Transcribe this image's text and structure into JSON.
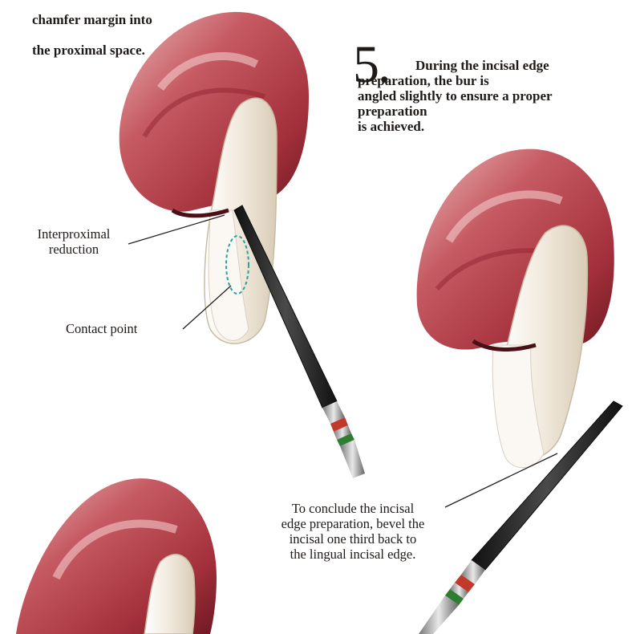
{
  "top_caption": {
    "lines": [
      "chamfer margin into",
      "the proximal space."
    ]
  },
  "step5": {
    "number": "5.",
    "text": "During the incisal edge\npreparation, the bur is\nangled slightly to ensure a proper\npreparation\nis achieved."
  },
  "labels": {
    "interproximal": "Interproximal\nreduction",
    "contact_point": "Contact point",
    "conclude": "To conclude the incisal\nedge preparation, bevel the\nincisal one third back to\nthe lingual incisal edge."
  },
  "colors": {
    "gum": "#b5434b",
    "gum_dark": "#7a1e28",
    "tooth": "#efe6d8",
    "enamel": "#f7f3ee",
    "bur_shaft": "#2a2a2a",
    "bur_band_red": "#c0392b",
    "bur_band_green": "#2e7d32",
    "contact_outline": "#2aa39a"
  },
  "icons": {
    "tooth_1": "upper-incisor-cross-section",
    "tooth_2": "upper-incisor-cross-section",
    "tooth_3": "upper-incisor-cross-section",
    "bur_1": "diamond-bur",
    "bur_2": "diamond-bur"
  }
}
